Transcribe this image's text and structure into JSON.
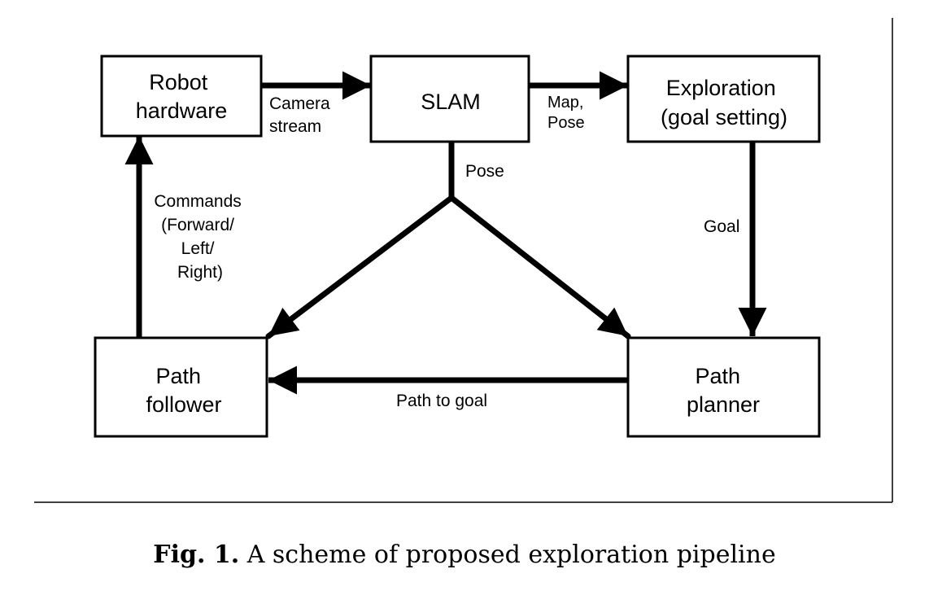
{
  "nodes": {
    "robot_hardware": [
      "Robot",
      "hardware"
    ],
    "slam": [
      "SLAM"
    ],
    "exploration": [
      "Exploration",
      "(goal setting)"
    ],
    "path_follower": [
      "Path",
      "follower"
    ],
    "path_planner": [
      "Path",
      "planner"
    ]
  },
  "edges": {
    "camera_stream": [
      "Camera",
      "stream"
    ],
    "map_pose": [
      "Map,",
      "Pose"
    ],
    "pose": [
      "Pose"
    ],
    "goal": [
      "Goal"
    ],
    "commands": [
      "Commands",
      "(Forward/",
      "Left/",
      "Right)"
    ],
    "path_to_goal": [
      "Path to goal"
    ]
  },
  "caption": {
    "number": "Fig. 1.",
    "text": "A scheme of proposed exploration pipeline"
  }
}
